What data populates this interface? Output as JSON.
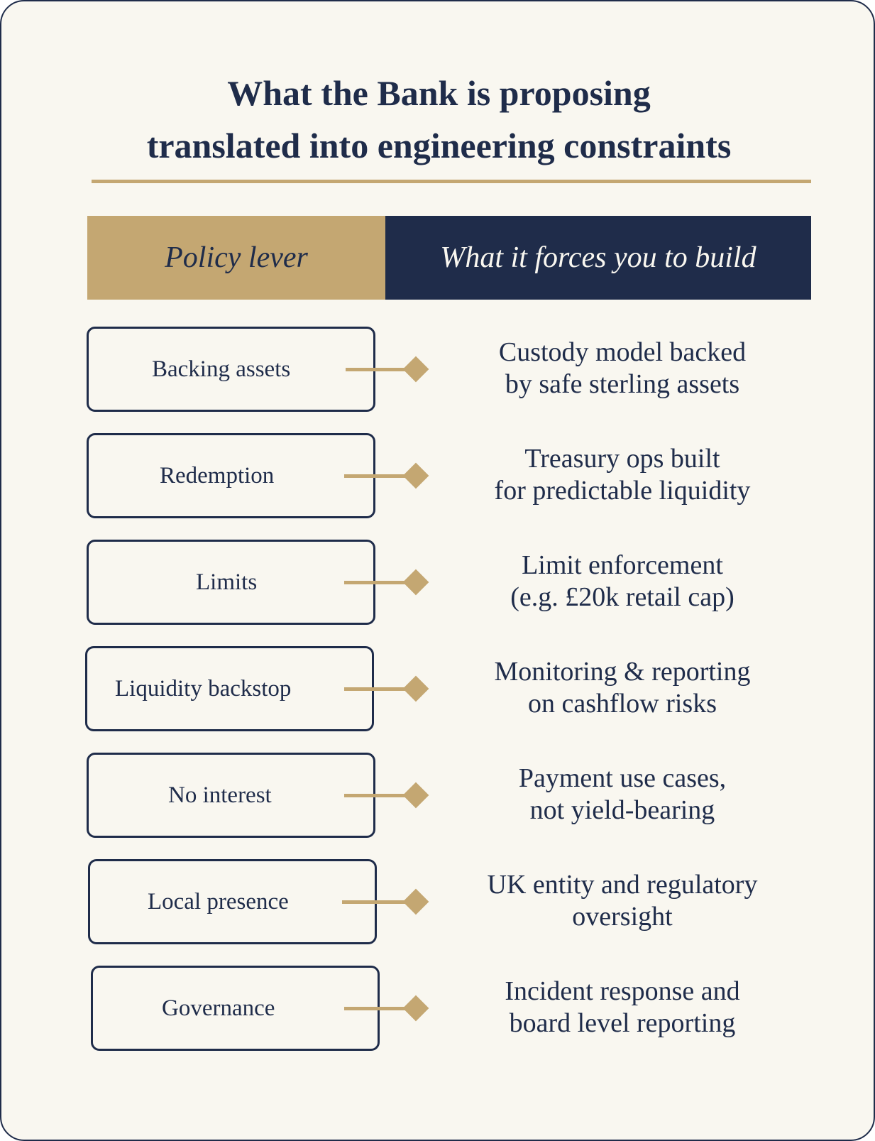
{
  "title": {
    "line1": "What the Bank is proposing",
    "line2": "translated into engineering constraints"
  },
  "header": {
    "left": "Policy lever",
    "right": "What it forces you to build"
  },
  "colors": {
    "navy": "#1f2c4a",
    "gold": "#c4a772",
    "background": "#f9f7f0"
  },
  "rows": [
    {
      "lever": "Backing assets",
      "outcome_line1": "Custody model backed",
      "outcome_line2": "by safe sterling assets"
    },
    {
      "lever": "Redemption",
      "outcome_line1": "Treasury ops built",
      "outcome_line2": "for predictable liquidity"
    },
    {
      "lever": "Limits",
      "outcome_line1": "Limit enforcement",
      "outcome_line2": "(e.g. £20k retail cap)"
    },
    {
      "lever": "Liquidity backstop",
      "outcome_line1": "Monitoring & reporting",
      "outcome_line2": "on cashflow risks"
    },
    {
      "lever": "No interest",
      "outcome_line1": "Payment use cases,",
      "outcome_line2": "not yield-bearing"
    },
    {
      "lever": "Local presence",
      "outcome_line1": "UK entity and regulatory",
      "outcome_line2": "oversight"
    },
    {
      "lever": "Governance",
      "outcome_line1": "Incident response and",
      "outcome_line2": "board level reporting"
    }
  ]
}
